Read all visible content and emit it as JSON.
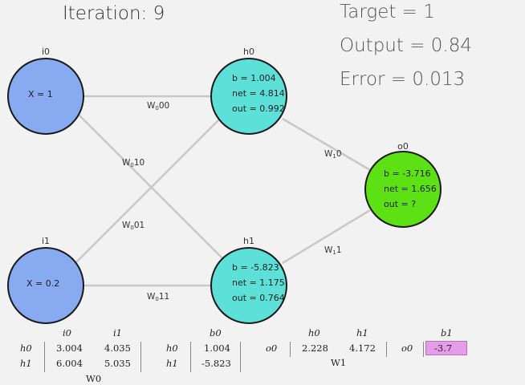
{
  "header": {
    "iteration": "Iteration: 9",
    "target": "Target = 1",
    "output": "Output = 0.84",
    "error": "Error = 0.013"
  },
  "colors": {
    "input_node": "#88aaf0",
    "hidden_node": "#5de0d8",
    "output_node": "#5de014",
    "edge": "#c8c8c8",
    "highlight": "#e59ce9"
  },
  "nodes": {
    "i0": {
      "name": "i0",
      "lines": [
        "X = 1"
      ]
    },
    "i1": {
      "name": "i1",
      "lines": [
        "X = 0.2"
      ]
    },
    "h0": {
      "name": "h0",
      "lines": [
        "b = 1.004",
        "net = 4.814",
        "out = 0.992"
      ]
    },
    "h1": {
      "name": "h1",
      "lines": [
        "b = -5.823",
        "net = 1.175",
        "out = 0.764"
      ]
    },
    "o0": {
      "name": "o0",
      "lines": [
        "b = -3.716",
        "net = 1.656",
        "out = ?"
      ]
    }
  },
  "edge_labels": {
    "w000": {
      "main": "W",
      "sub": "0",
      "rest": "00"
    },
    "w010": {
      "main": "W",
      "sub": "0",
      "rest": "10"
    },
    "w001": {
      "main": "W",
      "sub": "0",
      "rest": "01"
    },
    "w011": {
      "main": "W",
      "sub": "0",
      "rest": "11"
    },
    "w10": {
      "main": "W",
      "sub": "1",
      "rest": "0"
    },
    "w11": {
      "main": "W",
      "sub": "1",
      "rest": "1"
    }
  },
  "tables": {
    "w0": {
      "cols": [
        "i0",
        "i1"
      ],
      "rows": [
        "h0",
        "h1"
      ],
      "values": [
        [
          "3.004",
          "4.035"
        ],
        [
          "6.004",
          "5.035"
        ]
      ],
      "caption": "W0"
    },
    "b0": {
      "col": "b0",
      "rows": [
        "h0",
        "h1"
      ],
      "values": [
        "1.004",
        "-5.823"
      ]
    },
    "w1": {
      "cols": [
        "h0",
        "h1"
      ],
      "row": "o0",
      "values": [
        "2.228",
        "4.172"
      ],
      "caption": "W1"
    },
    "b1": {
      "col": "b1",
      "row": "o0",
      "value": "-3.7"
    }
  }
}
